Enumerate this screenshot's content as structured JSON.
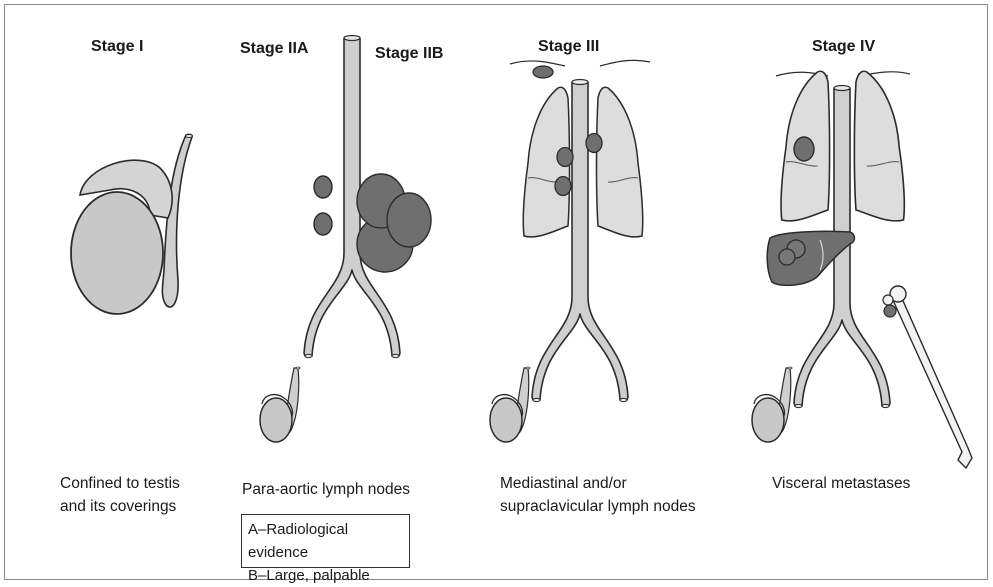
{
  "stages": [
    {
      "title": "Stage I",
      "caption_lines": [
        "Confined to testis",
        "and its coverings"
      ]
    },
    {
      "title": "Stage IIA",
      "title_b": "Stage IIB",
      "caption_lines": [
        "Para-aortic lymph nodes"
      ]
    },
    {
      "title": "Stage III",
      "caption_lines": [
        "Mediastinal and/or",
        "supraclavicular lymph nodes"
      ]
    },
    {
      "title": "Stage IV",
      "caption_lines": [
        "Visceral metastases"
      ]
    }
  ],
  "legend": {
    "line_a": "A–Radiological evidence",
    "line_b": "B–Large, palpable"
  },
  "colors": {
    "organ": "#cfcfcf",
    "testis": "#c8c8c8",
    "lung": "#dddddd",
    "node": "#6f6f6f",
    "outline": "#2b2b2b"
  }
}
